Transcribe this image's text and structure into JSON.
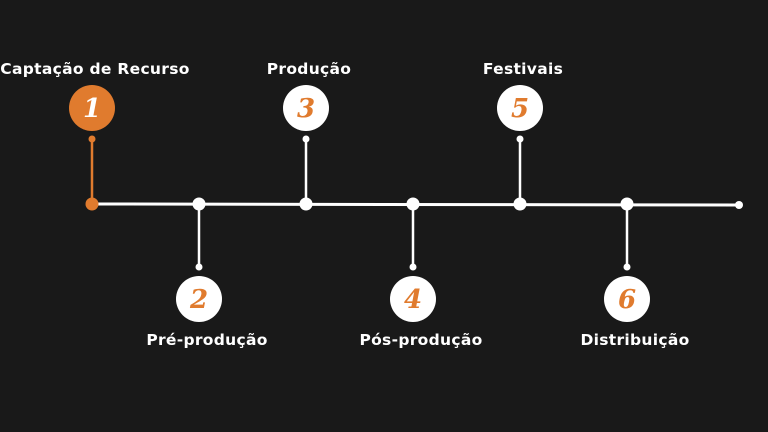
{
  "colors": {
    "background": "#191919",
    "line": "#ffffff",
    "accent": "#e07b2e",
    "number_on_white": "#e07b2e",
    "number_on_accent": "#ffffff"
  },
  "stages": [
    {
      "number": "1",
      "label": "Captação de Recurso",
      "active": true
    },
    {
      "number": "2",
      "label": "Pré-produção",
      "active": false
    },
    {
      "number": "3",
      "label": "Produção",
      "active": false
    },
    {
      "number": "4",
      "label": "Pós-produção",
      "active": false
    },
    {
      "number": "5",
      "label": "Festivais",
      "active": false
    },
    {
      "number": "6",
      "label": "Distribuição",
      "active": false
    }
  ]
}
